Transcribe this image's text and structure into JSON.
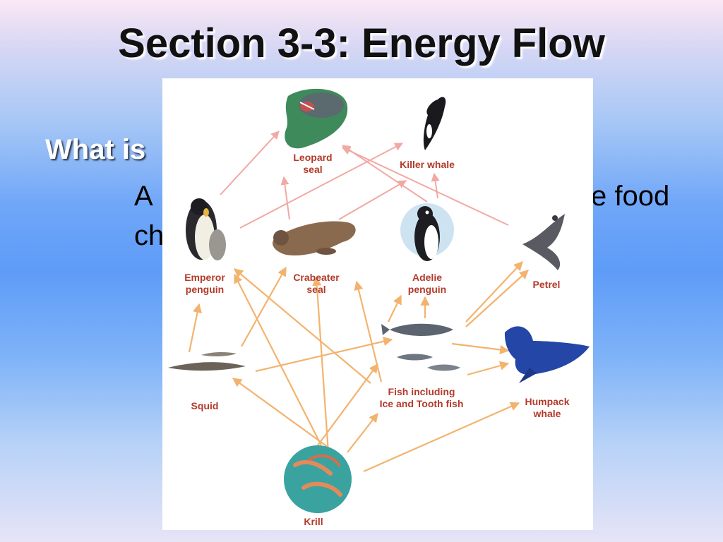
{
  "slide": {
    "title": "Section 3-3: Energy Flow",
    "question_partial": "What is",
    "answer_line1_start": "A",
    "answer_line1_end": "e food",
    "answer_line2_start": "ch"
  },
  "food_web": {
    "organisms": {
      "leopard_seal": "Leopard\nseal",
      "killer_whale": "Killer whale",
      "emperor_penguin": "Emperor\npenguin",
      "crabeater_seal": "Crabeater\nseal",
      "adelie_penguin": "Adelie\npenguin",
      "petrel": "Petrel",
      "squid": "Squid",
      "fish": "Fish including\nIce and Tooth fish",
      "humpback_whale": "Humpack\nwhale",
      "krill": "Krill"
    },
    "arrow_colors": {
      "to_top_predators": "#f2a9a3",
      "lower_levels": "#f3c184"
    }
  }
}
